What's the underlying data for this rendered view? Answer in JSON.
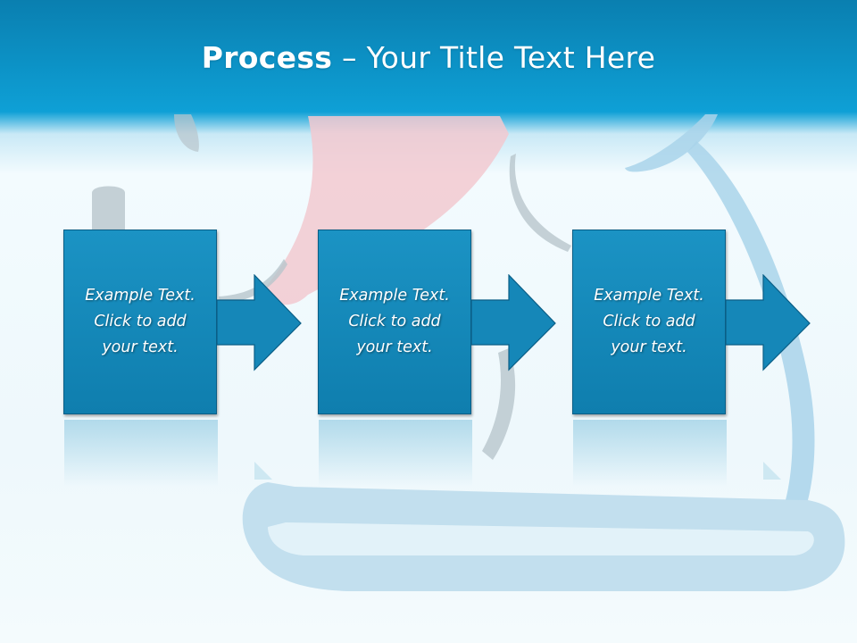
{
  "slide": {
    "title_bold": "Process",
    "title_rest": " – Your Title Text Here",
    "steps": [
      {
        "line1": "Example Text.",
        "line2": "Click  to add",
        "line3": "your text."
      },
      {
        "line1": "Example Text.",
        "line2": "Click  to add",
        "line3": "your text."
      },
      {
        "line1": "Example Text.",
        "line2": "Click  to add",
        "line3": "your text."
      }
    ]
  },
  "colors": {
    "header_blue": "#0ea0d6",
    "box_blue": "#1587b8",
    "box_border": "#0a5e86",
    "title_text": "#ffffff"
  },
  "icons": {
    "background_art": "treadmill-illustration",
    "connector": "right-arrow-icon"
  }
}
